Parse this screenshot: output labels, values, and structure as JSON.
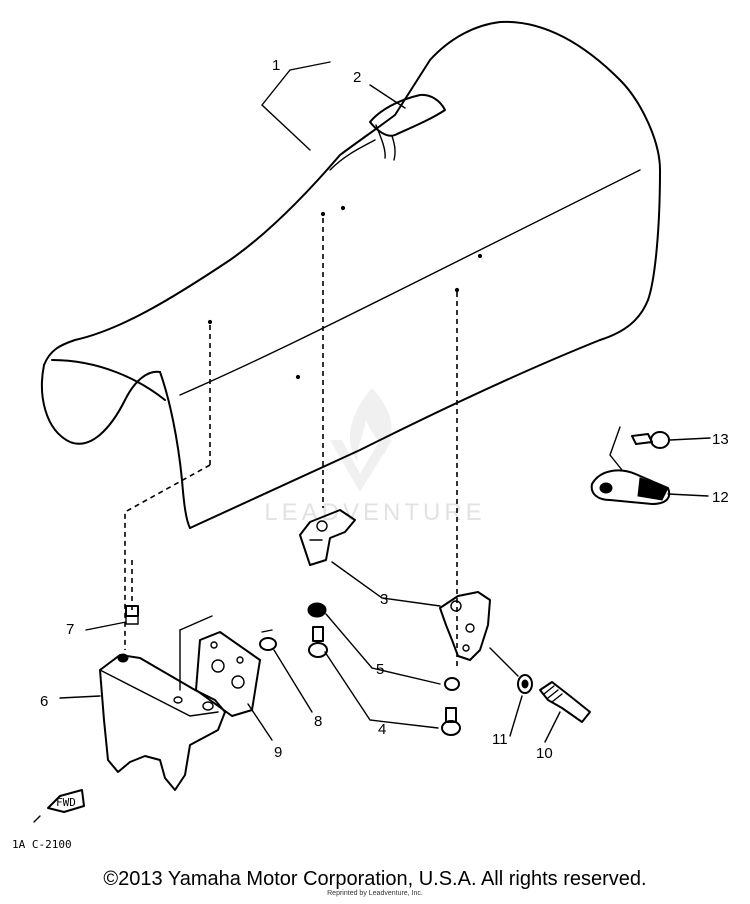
{
  "watermark": {
    "text": "LEADVENTURE"
  },
  "drawing": {
    "code_mark": "1A C-2100",
    "front_mark": "FWD"
  },
  "callouts": [
    {
      "id": "1",
      "label": "1"
    },
    {
      "id": "2",
      "label": "2"
    },
    {
      "id": "3",
      "label": "3"
    },
    {
      "id": "4",
      "label": "4"
    },
    {
      "id": "5",
      "label": "5"
    },
    {
      "id": "6",
      "label": "6"
    },
    {
      "id": "7",
      "label": "7"
    },
    {
      "id": "8",
      "label": "8"
    },
    {
      "id": "9",
      "label": "9"
    },
    {
      "id": "10",
      "label": "10"
    },
    {
      "id": "11",
      "label": "11"
    },
    {
      "id": "12",
      "label": "12"
    },
    {
      "id": "13",
      "label": "13"
    }
  ],
  "footer": {
    "copyright": "©2013 Yamaha Motor Corporation, U.S.A. All rights reserved.",
    "reprint": "Reprinted by Leadventure, Inc."
  }
}
